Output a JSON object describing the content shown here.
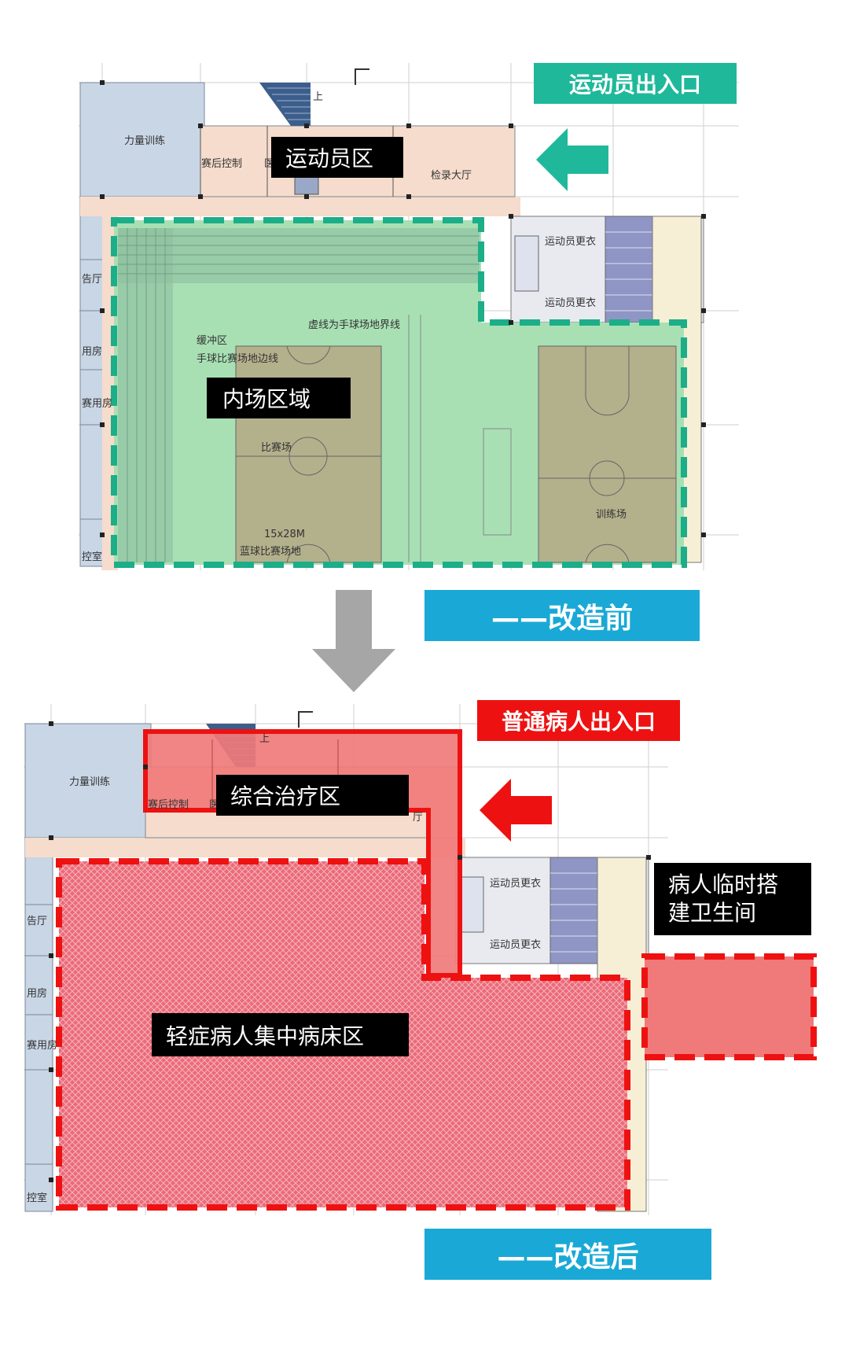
{
  "before": {
    "entrance_tag": "运动员出入口",
    "zone_athlete": "运动员区",
    "zone_inner": "内场区域",
    "caption": "——改造前",
    "rooms": {
      "strength": "力量训练",
      "post_match": "赛后控制",
      "med": "医",
      "checkin": "检录大厅",
      "locker1": "运动员更衣",
      "locker2": "运动员更衣",
      "buffer": "缓冲区",
      "handball_edge": "手球比赛场地边线",
      "dashed_boundary": "虚线为手球场地界线",
      "match_court": "比赛场",
      "court_size": "15x28M",
      "basketball_court": "蓝球比赛场地",
      "training": "训练场",
      "up": "上",
      "left1": "告厅",
      "left2": "用房",
      "left3": "赛用房",
      "left4": "控室"
    }
  },
  "after": {
    "entrance_tag": "普通病人出入口",
    "zone_treatment": "综合治疗区",
    "zone_beds": "轻症病人集中病床区",
    "zone_toilet_line1": "病人临时搭",
    "zone_toilet_line2": "建卫生间",
    "caption": "——改造后",
    "rooms": {
      "strength": "力量训练",
      "post_match": "赛后控制",
      "med": "医",
      "hall": "厅",
      "locker1": "运动员更衣",
      "locker2": "运动员更衣",
      "up": "上",
      "left1": "告厅",
      "left2": "用房",
      "left3": "赛用房",
      "left4": "控室"
    }
  },
  "colors": {
    "teal_tag": "#1fb89a",
    "blue_caption": "#1aa9d6",
    "red": "#ee1111",
    "green_fill": "#a8e0b4",
    "green_dash": "#1cae88",
    "pink_fill": "#ef6f7a",
    "court_brown": "#b3b08c",
    "plan_blue": "#c9d6e6",
    "plan_peach": "#f6dccc",
    "arrow_gray": "#a6a6a6",
    "stair_blue": "#3c5e8c"
  },
  "icons": [
    "arrow-left-icon",
    "arrow-down-icon",
    "stair-icon"
  ]
}
